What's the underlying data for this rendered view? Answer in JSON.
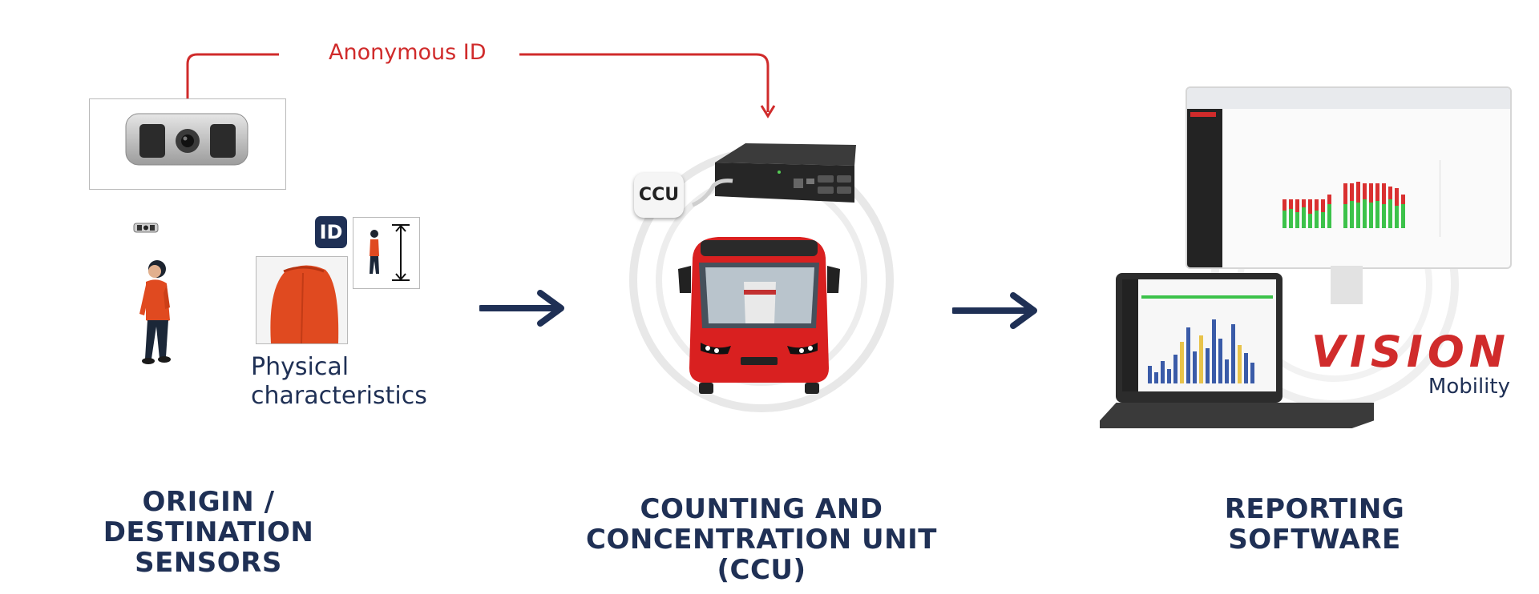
{
  "flow": {
    "anonymous_id_label": "Anonymous ID",
    "physical_label_line1": "Physical",
    "physical_label_line2": "characteristics",
    "id_badge": "ID",
    "ccu_badge": "CCU"
  },
  "stages": {
    "sensors_line1": "ORIGIN / DESTINATION",
    "sensors_line2": "SENSORS",
    "ccu_line1": "COUNTING AND",
    "ccu_line2": "CONCENTRATION UNIT (CCU)",
    "software": "REPORTING SOFTWARE"
  },
  "brand": {
    "name": "VISION",
    "subtitle": "Mobility"
  },
  "colors": {
    "navy": "#1f3055",
    "red": "#d02b2b",
    "bus_red": "#d92020",
    "bar_green": "#3cc24a",
    "bar_red": "#d93030",
    "bar_blue": "#3a5ba8",
    "bar_yellow": "#e8c34a"
  },
  "icons": {
    "sensor": "sensor-camera-icon",
    "person": "person-icon",
    "arrow": "right-arrow-icon",
    "bus": "bus-icon",
    "ccu": "ccu-box-icon"
  }
}
